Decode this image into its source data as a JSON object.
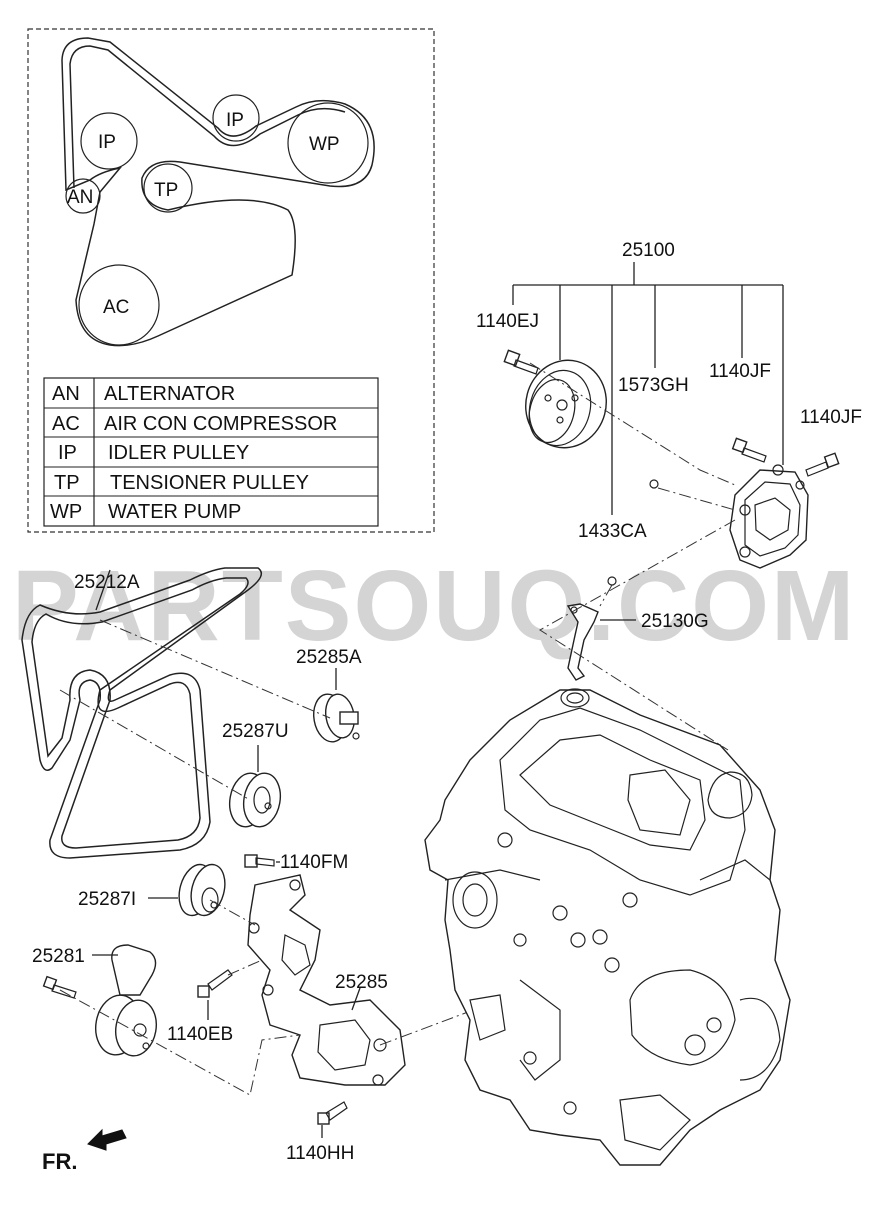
{
  "watermark": "PARTSOUQ.COM",
  "inset": {
    "circles": {
      "an": "AN",
      "ip_left": "IP",
      "ip_top": "IP",
      "wp": "WP",
      "tp": "TP",
      "ac": "AC"
    },
    "legend": [
      {
        "code": "AN",
        "name": "ALTERNATOR"
      },
      {
        "code": "AC",
        "name": "AIR CON COMPRESSOR"
      },
      {
        "code": "IP",
        "name": "IDLER PULLEY"
      },
      {
        "code": "TP",
        "name": "TENSIONER PULLEY"
      },
      {
        "code": "WP",
        "name": "WATER PUMP"
      }
    ]
  },
  "parts": {
    "p25100": "25100",
    "p1140EJ": "1140EJ",
    "p1573GH": "1573GH",
    "p1140JF_a": "1140JF",
    "p1140JF_b": "1140JF",
    "p1433CA": "1433CA",
    "p25130G": "25130G",
    "p25212A": "25212A",
    "p25285A": "25285A",
    "p25287U": "25287U",
    "p1140FM": "1140FM",
    "p25287I": "25287I",
    "p25281": "25281",
    "p25285": "25285",
    "p1140EB": "1140EB",
    "p1140HH": "1140HH"
  },
  "direction": "FR."
}
